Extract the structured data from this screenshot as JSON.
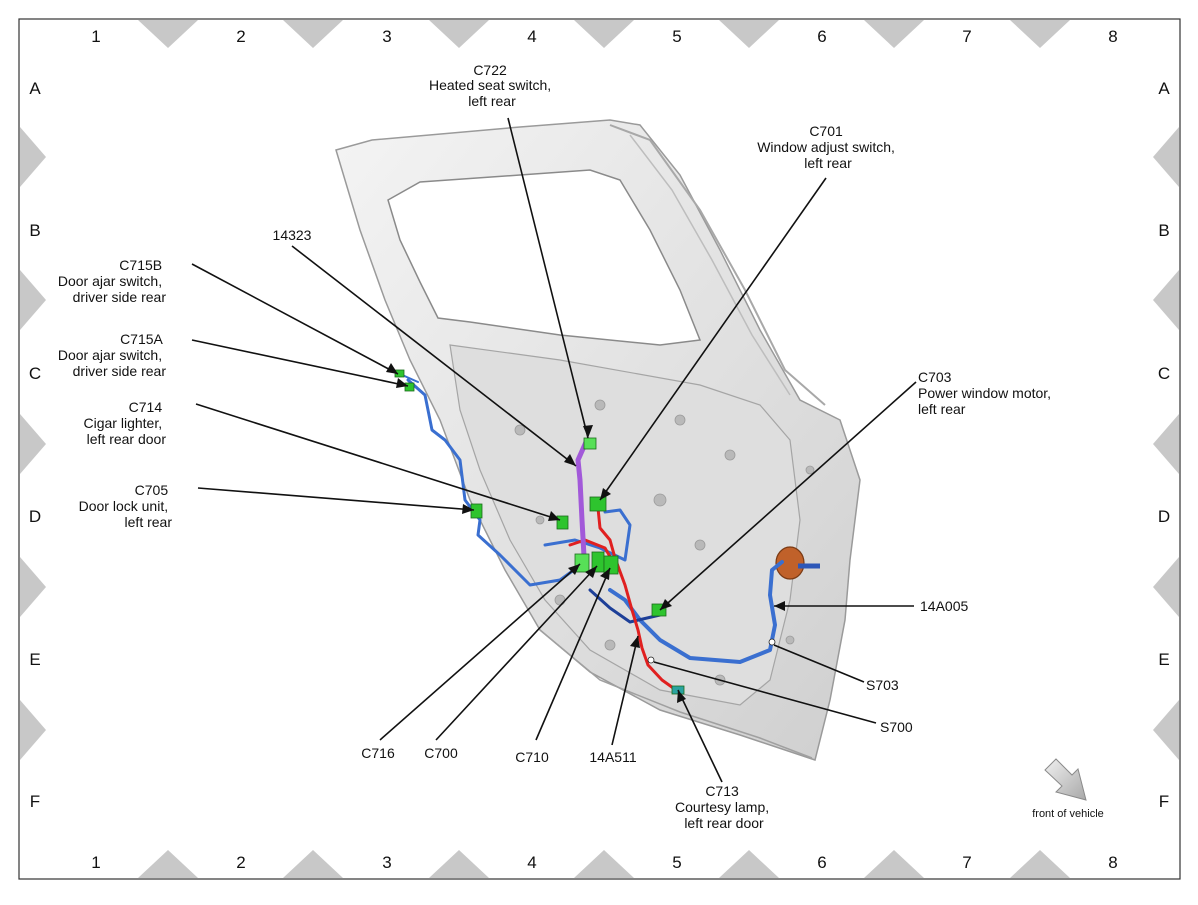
{
  "grid": {
    "columns": [
      "1",
      "2",
      "3",
      "4",
      "5",
      "6",
      "7",
      "8"
    ],
    "rows": [
      "A",
      "B",
      "C",
      "D",
      "E",
      "F"
    ]
  },
  "callouts": [
    {
      "id": "c722",
      "lines": [
        "C722",
        "Heated seat switch,",
        "left rear"
      ]
    },
    {
      "id": "c701",
      "lines": [
        "C701",
        "Window adjust switch,",
        "left rear"
      ]
    },
    {
      "id": "w14323",
      "lines": [
        "14323"
      ]
    },
    {
      "id": "c715b",
      "lines": [
        "C715B",
        "Door ajar switch,",
        "driver side rear"
      ]
    },
    {
      "id": "c715a",
      "lines": [
        "C715A",
        "Door ajar switch,",
        "driver side rear"
      ]
    },
    {
      "id": "c714",
      "lines": [
        "C714",
        "Cigar lighter,",
        "left rear door"
      ]
    },
    {
      "id": "c705",
      "lines": [
        "C705",
        "Door lock unit,",
        "left rear"
      ]
    },
    {
      "id": "c703",
      "lines": [
        "C703",
        "Power window motor,",
        "left rear"
      ]
    },
    {
      "id": "w14a005",
      "lines": [
        "14A005"
      ]
    },
    {
      "id": "s703",
      "lines": [
        "S703"
      ]
    },
    {
      "id": "s700",
      "lines": [
        "S700"
      ]
    },
    {
      "id": "c716",
      "lines": [
        "C716"
      ]
    },
    {
      "id": "c700",
      "lines": [
        "C700"
      ]
    },
    {
      "id": "c710",
      "lines": [
        "C710"
      ]
    },
    {
      "id": "w14a511",
      "lines": [
        "14A511"
      ]
    },
    {
      "id": "c713",
      "lines": [
        "C713",
        "Courtesy lamp,",
        "left rear door"
      ]
    }
  ],
  "orientation": {
    "label": "front of vehicle",
    "arrow_icon": "front-arrow-icon"
  },
  "colors": {
    "harness_blue": "#3a6fd0",
    "harness_red": "#e02020",
    "harness_purple": "#a259d9",
    "connector_green": "#2ec42e",
    "frame_marker": "#c8c8c8"
  }
}
